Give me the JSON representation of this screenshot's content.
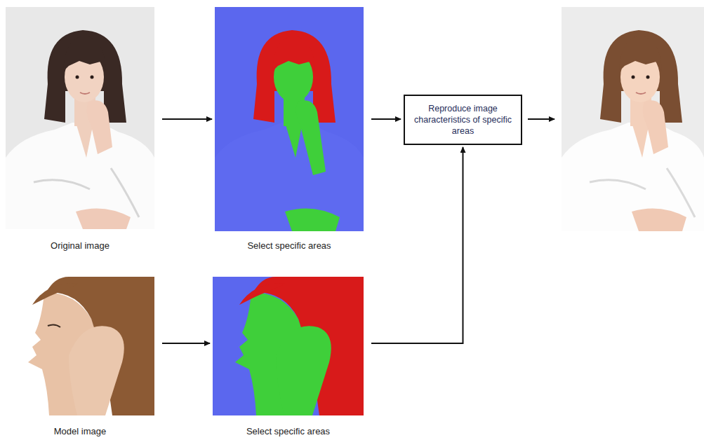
{
  "diagram": {
    "nodes": [
      {
        "text": [
          "Original image"
        ]
      },
      {
        "text": [
          "Select specific areas"
        ]
      },
      {
        "text": [
          "Reproduce image characteristics of specific areas"
        ]
      },
      {
        "text": [
          "Model image"
        ]
      },
      {
        "text": [
          "Select specific areas"
        ]
      }
    ],
    "edges": [
      {
        "from": 0,
        "to": 1,
        "arrow": "to"
      },
      {
        "from": 1,
        "to": 2,
        "arrow": "to"
      },
      {
        "from": 3,
        "to": 4,
        "arrow": "to"
      },
      {
        "from": 4,
        "to": 2,
        "arrow": "to"
      }
    ]
  }
}
